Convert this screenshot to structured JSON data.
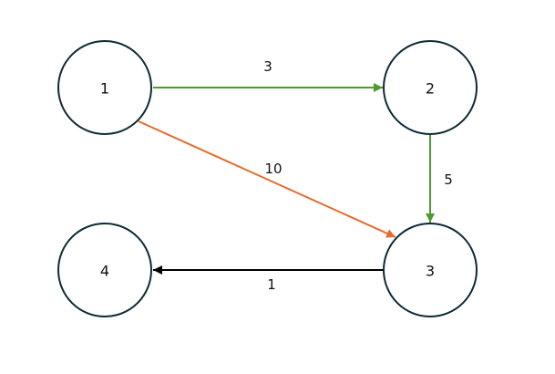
{
  "nodes": [
    {
      "id": "1",
      "label": "1"
    },
    {
      "id": "2",
      "label": "2"
    },
    {
      "id": "3",
      "label": "3"
    },
    {
      "id": "4",
      "label": "4"
    }
  ],
  "edges": [
    {
      "from": "1",
      "to": "2",
      "label": "3",
      "color": "#4e9a2e"
    },
    {
      "from": "2",
      "to": "3",
      "label": "5",
      "color": "#4e9a2e"
    },
    {
      "from": "1",
      "to": "3",
      "label": "10",
      "color": "#e46b2b"
    },
    {
      "from": "3",
      "to": "4",
      "label": "1",
      "color": "#000000"
    }
  ],
  "colors": {
    "node_stroke": "#0e2a35",
    "background": "#ffffff"
  }
}
